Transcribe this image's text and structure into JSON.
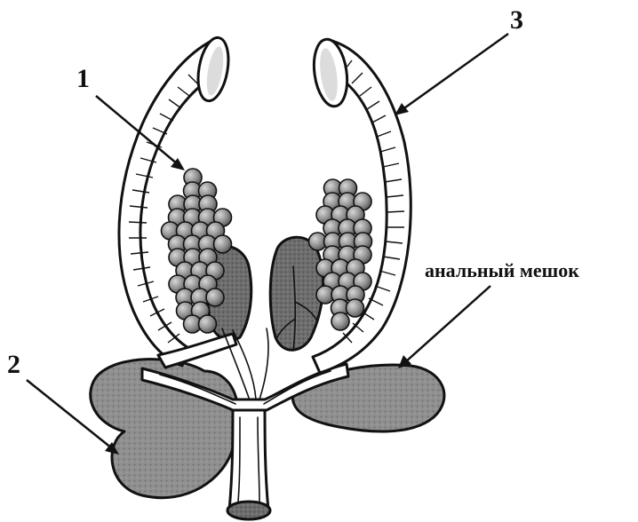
{
  "labels": {
    "one": "1",
    "two": "2",
    "three": "3",
    "anal_sac": "анальный мешок"
  },
  "colors": {
    "ink": "#111111",
    "sac_fill": "#8f8f8f",
    "tube_fill": "#ffffff",
    "gland_fill": "#a9a9a9",
    "dark_mass": "#6e6e6e"
  }
}
